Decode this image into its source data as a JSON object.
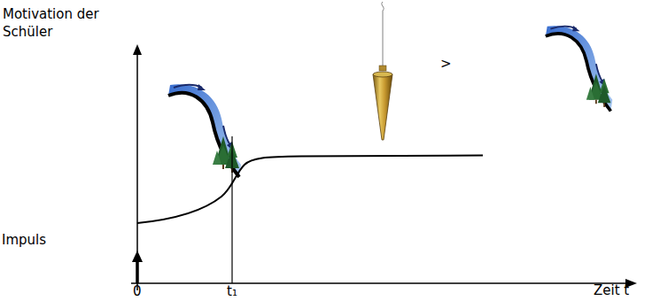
{
  "diagram": {
    "labels": [
      "Motivation der Schüler",
      "Impuls",
      "0",
      "t₁",
      "Zeit t",
      ">"
    ]
  }
}
